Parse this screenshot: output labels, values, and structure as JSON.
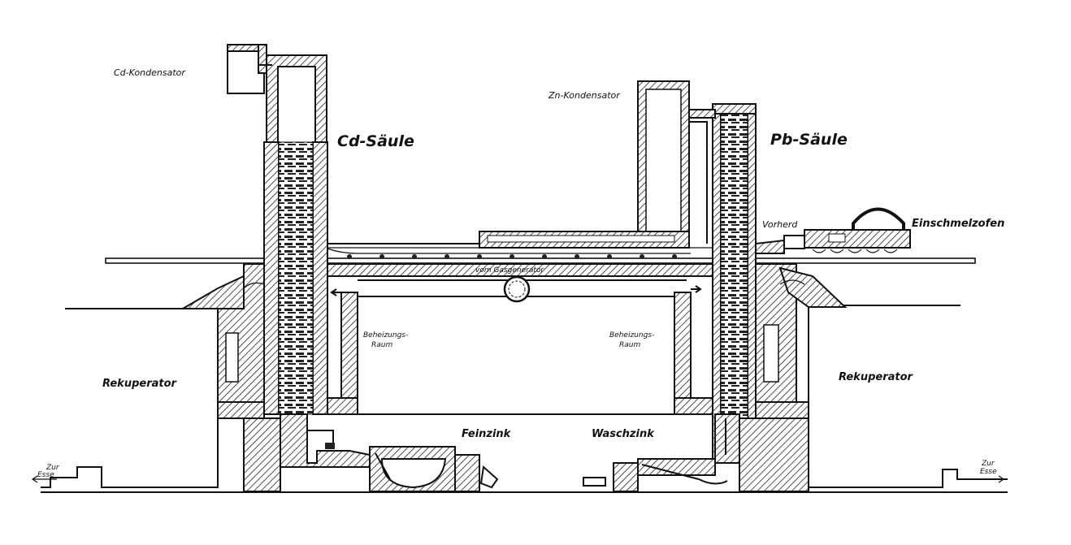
{
  "labels": {
    "cd_condenser": "Cd-Kondensator",
    "cd_column": "Cd-Säule",
    "zn_condenser": "Zn-Kondensator",
    "pb_column": "Pb-Säule",
    "forehearth": "Vorherd",
    "melting_furnace": "Einschmelzofen",
    "gas_generator": "vom Gasgenerator",
    "heating_room_left_1": "Beheizungs-",
    "heating_room_left_2": "Raum",
    "heating_room_right_1": "Beheizungs-",
    "heating_room_right_2": "Raum",
    "recuperator_left": "Rekuperator",
    "recuperator_right": "Rekuperator",
    "fine_zinc": "Feinzink",
    "wash_zinc": "Waschzink",
    "to_chimney_left_1": "Zur",
    "to_chimney_left_2": "Esse",
    "to_chimney_right_1": "Zur",
    "to_chimney_right_2": "Esse"
  }
}
